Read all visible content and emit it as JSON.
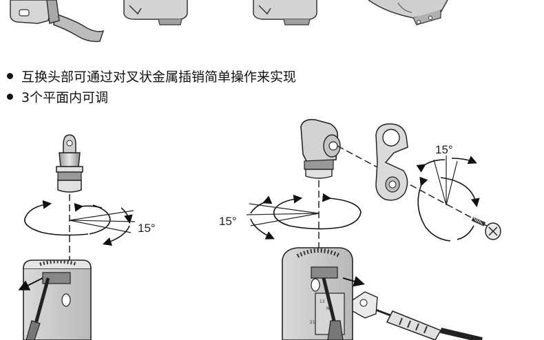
{
  "bullets": [
    {
      "text": "互换头部可通过对叉状金属插销简单操作来实现"
    },
    {
      "text": "3个平面内可调"
    }
  ],
  "angle_labels": {
    "left": "15°",
    "center": "15°",
    "right": "15°"
  },
  "terminal_labels": [
    "13",
    "NO",
    "21"
  ]
}
